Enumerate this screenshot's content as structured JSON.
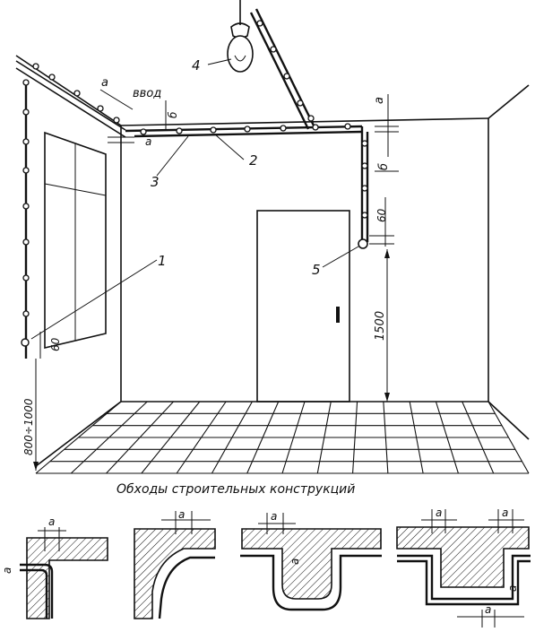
{
  "labels": {
    "vvod": "ввод",
    "a": "a",
    "b": "б",
    "dim_60": "60",
    "dim_1500": "1500",
    "dim_800_1000": "800÷1000",
    "n1": "1",
    "n2": "2",
    "n3": "3",
    "n4": "4",
    "n5": "5"
  },
  "caption": "Обходы строительных конструкций"
}
